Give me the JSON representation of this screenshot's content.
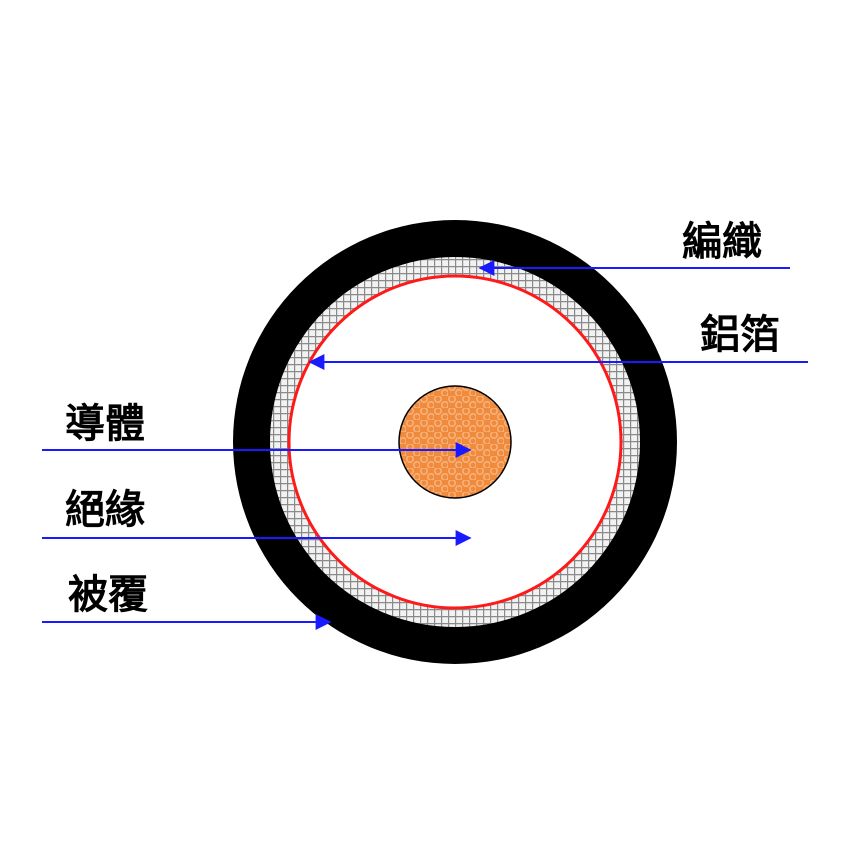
{
  "diagram": {
    "labels": {
      "braid": "編織",
      "foil": "鋁箔",
      "conductor": "導體",
      "insulation": "絕緣",
      "sheath": "被覆"
    },
    "colors": {
      "sheath": "#000000",
      "braid_background": "#f2f2f2",
      "braid_mesh": "#8a8a8a",
      "foil": "#ff1a1a",
      "insulation": "#ffffff",
      "conductor": "#f08a3c",
      "conductor_strand": "#f7b27a",
      "arrow": "#1a1aff",
      "label": "#000000"
    }
  }
}
